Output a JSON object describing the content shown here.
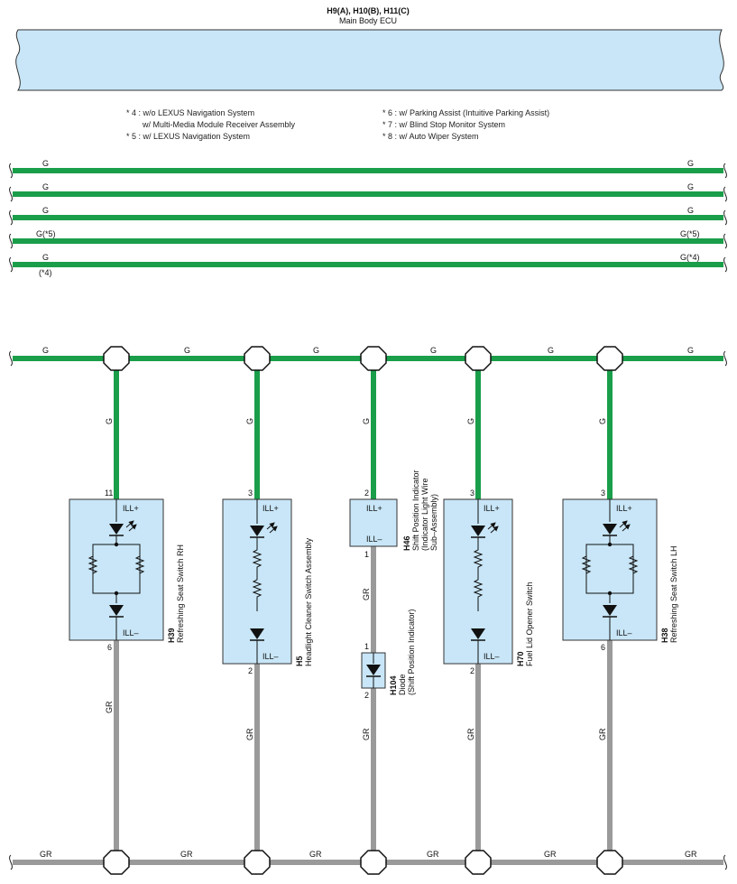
{
  "ecu": {
    "connectors": "H9(A), H10(B), H11(C)",
    "name": "Main Body ECU"
  },
  "notes": {
    "left": [
      "* 4 : w/o LEXUS Navigation System",
      "w/ Multi-Media Module Receiver Assembly",
      "* 5 : w/ LEXUS Navigation System"
    ],
    "right": [
      "* 6 : w/ Parking Assist (Intuitive Parking Assist)",
      "* 7 : w/ Blind Stop Monitor System",
      "* 8 : w/ Auto Wiper System"
    ]
  },
  "bus_wires": {
    "w1": {
      "left": "G",
      "right": "G"
    },
    "w2": {
      "left": "G",
      "right": "G"
    },
    "w3": {
      "left": "G",
      "right": "G"
    },
    "w4": {
      "left": "G(*5)",
      "right": "G(*5)"
    },
    "w5": {
      "left": "G",
      "right": "G(*4)",
      "sub": "(*4)"
    }
  },
  "colors": {
    "green_wire": "#1a9e4a",
    "gray_wire": "#9a9a9a",
    "component_fill": "#c8e6f7",
    "ecu_fill": "#c8e6f7"
  },
  "main_bus": {
    "top_label": "G",
    "bottom_label": "GR"
  },
  "components": {
    "h39": {
      "code": "H39",
      "name": "Refreshing Seat Switch RH",
      "wire_in": "G",
      "wire_out": "GR",
      "pin_in": "11",
      "pin_out": "6",
      "term_in": "ILL+",
      "term_out": "ILL–"
    },
    "h5": {
      "code": "H5",
      "name": "Headlight Cleaner Switch Assembly",
      "wire_in": "G",
      "wire_out": "GR",
      "pin_in": "3",
      "pin_out": "2",
      "term_in": "ILL+",
      "term_out": "ILL–"
    },
    "h46": {
      "code": "H46",
      "name": "Shift Position Indicator",
      "name2": "(Indicator Light Wire",
      "name3": "Sub–Assembly)",
      "wire_in": "G",
      "wire_out": "GR",
      "pin_in": "2",
      "pin_out": "1",
      "term_in": "ILL+",
      "term_out": "ILL–"
    },
    "h104": {
      "code": "H104",
      "name": "Diode",
      "name2": "(Shift Position Indicator)",
      "wire_out": "GR",
      "pin_in": "1",
      "pin_out": "2"
    },
    "h70": {
      "code": "H70",
      "name": "Fuel Lid Opener Switch",
      "wire_in": "G",
      "wire_out": "GR",
      "pin_in": "3",
      "pin_out": "2",
      "term_in": "ILL+",
      "term_out": "ILL–"
    },
    "h38": {
      "code": "H38",
      "name": "Refreshing Seat Switch LH",
      "wire_in": "G",
      "wire_out": "GR",
      "pin_in": "3",
      "pin_out": "6",
      "term_in": "ILL+",
      "term_out": "ILL–"
    }
  }
}
